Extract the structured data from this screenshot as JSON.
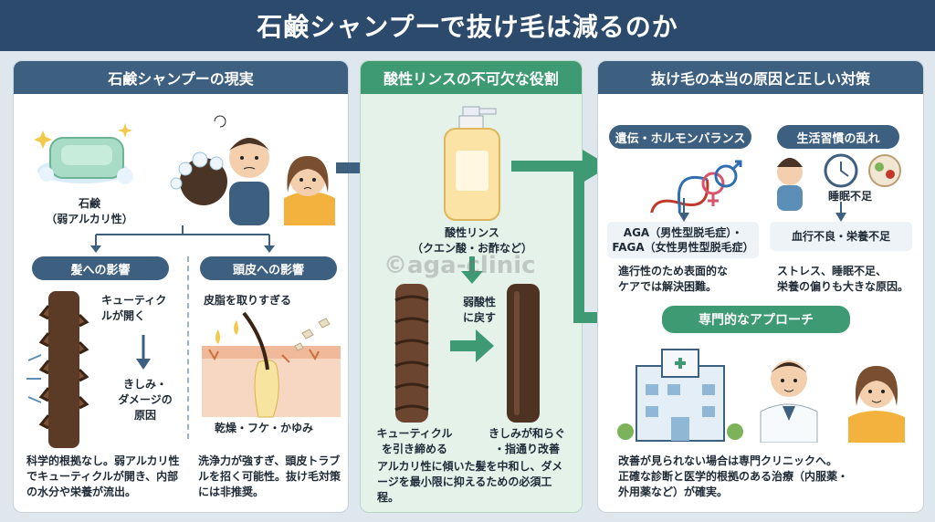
{
  "title": "石鹸シャンプーで抜け毛は減るのか",
  "watermark": "©aga-clinic",
  "panel1": {
    "heading": "石鹸シャンプーの現実",
    "soap_label": "石鹸\n（弱アルカリ性）",
    "hair_pill": "髪への影響",
    "scalp_pill": "頭皮への影響",
    "cuticle_open": "キューティク\nルが開く",
    "damage": "きしみ・\nダメージの\n原因",
    "sebum": "皮脂を取りすぎる",
    "dry_itch": "乾燥・フケ・かゆみ",
    "hair_note": "科学的根拠なし。弱アルカリ性でキューティクルが開き、内部の水分や栄養が流出。",
    "scalp_note": "洗浄力が強すぎ、頭皮トラブルを招く可能性。抜け毛対策には非推奨。"
  },
  "panel2": {
    "heading": "酸性リンスの不可欠な役割",
    "rinse_label": "酸性リンス\n（クエン酸・お酢など）",
    "weak_acid": "弱酸性\nに戻す",
    "cuticle_tight": "キューティクル\nを引き締める",
    "smooth": "きしみが和らぐ\n・指通り改善",
    "note": "アルカリ性に傾いた髪を中和し、ダメージを最小限に抑えるための必須工程。"
  },
  "panel3": {
    "heading": "抜け毛の本当の原因と正しい対策",
    "genetic_pill": "遺伝・ホルモンバランス",
    "lifestyle_pill": "生活習慣の乱れ",
    "aga_box": "AGA（男性型脱毛症）・\nFAGA（女性男性型脱毛症）",
    "sleep": "睡眠不足",
    "blood_box": "血行不良・栄養不足",
    "aga_note": "進行性のため表面的な\nケアでは解決困難。",
    "life_note": "ストレス、睡眠不足、\n栄養の偏りも大きな原因。",
    "approach_pill": "専門的なアプローチ",
    "final_note": "改善が見られない場合は専門クリニックへ。\n正確な診断と医学的根拠のある治療（内服薬・\n外用薬など）が確実。"
  },
  "colors": {
    "navy": "#2c4a6b",
    "slate": "#3d5f80",
    "green": "#3d9a72",
    "arrow_green": "#3d9a72"
  }
}
